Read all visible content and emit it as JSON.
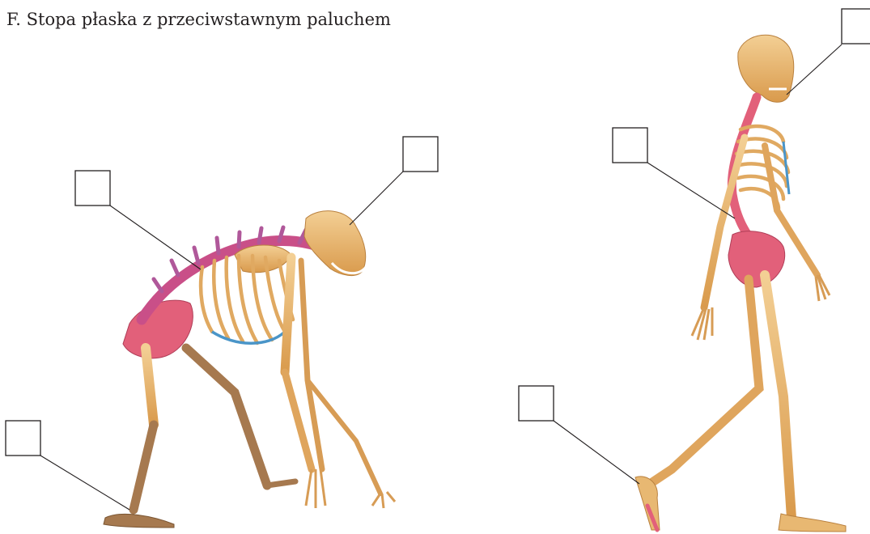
{
  "caption": "F. Stopa płaska z przeciwstawnym paluchem",
  "figures": [
    {
      "name": "chimpanzee-skeleton",
      "description_label": ""
    },
    {
      "name": "human-skeleton",
      "description_label": ""
    }
  ],
  "answer_boxes": [
    {
      "id": "box-chimp-skull",
      "value": ""
    },
    {
      "id": "box-chimp-spine",
      "value": ""
    },
    {
      "id": "box-chimp-foot",
      "value": ""
    },
    {
      "id": "box-human-skull",
      "value": ""
    },
    {
      "id": "box-human-spine",
      "value": ""
    },
    {
      "id": "box-human-foot",
      "value": ""
    }
  ],
  "colors": {
    "bone": "#e8b872",
    "bone_dark": "#c98c3f",
    "pelvis_spine": "#e2607a",
    "rib_cartilage": "#4a95c8",
    "shadow_bone": "#a6794f",
    "line": "#231f20"
  }
}
